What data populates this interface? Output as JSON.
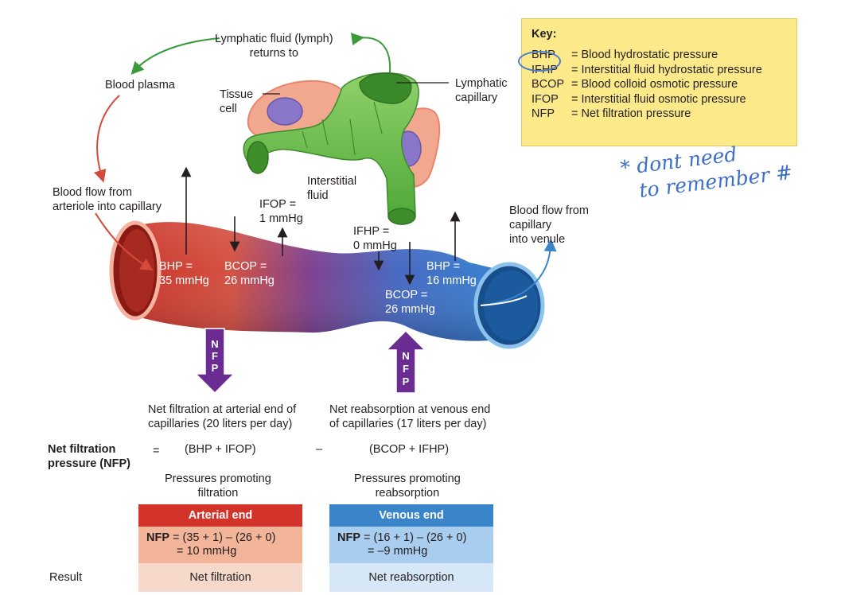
{
  "labels": {
    "lymph_return": [
      "Lymphatic fluid (lymph)",
      "returns to"
    ],
    "blood_plasma": "Blood plasma",
    "tissue_cell": [
      "Tissue",
      "cell"
    ],
    "lymphatic_capillary": [
      "Lymphatic",
      "capillary"
    ],
    "interstitial_fluid": [
      "Interstitial",
      "fluid"
    ],
    "blood_flow_in": [
      "Blood flow from",
      "arteriole into capillary"
    ],
    "blood_flow_out": [
      "Blood flow from",
      "capillary",
      "into venule"
    ],
    "ifop": [
      "IFOP =",
      "1 mmHg"
    ],
    "ifhp": [
      "IFHP =",
      "0 mmHg"
    ],
    "bhp_arterial": [
      "BHP =",
      "35 mmHg"
    ],
    "bcop_arterial": [
      "BCOP =",
      "26 mmHg"
    ],
    "bhp_venous": [
      "BHP =",
      "16 mmHg"
    ],
    "bcop_venous": [
      "BCOP =",
      "26 mmHg"
    ],
    "nfp_letters": [
      "N",
      "F",
      "P"
    ],
    "net_filtration": [
      "Net filtration at arterial end of",
      "capillaries (20 liters per day)"
    ],
    "net_reabsorption": [
      "Net reabsorption at venous end",
      "of capillaries (17 liters per day)"
    ]
  },
  "key": {
    "title": "Key:",
    "items": [
      {
        "abbr": "BHP",
        "desc": "= Blood hydrostatic pressure"
      },
      {
        "abbr": "IFHP",
        "desc": "= Interstitial fluid hydrostatic pressure"
      },
      {
        "abbr": "BCOP",
        "desc": "= Blood colloid osmotic pressure"
      },
      {
        "abbr": "IFOP",
        "desc": "= Interstitial fluid osmotic pressure"
      },
      {
        "abbr": "NFP",
        "desc": "= Net filtration pressure"
      }
    ]
  },
  "handwritten_note": [
    "* dont need",
    "to remember #"
  ],
  "equation": {
    "lhs": [
      "Net filtration",
      "pressure (NFP)"
    ],
    "equals": "=",
    "term1": "(BHP + IFOP)",
    "minus": "–",
    "term2": "(BCOP + IFHP)",
    "caption1": [
      "Pressures promoting",
      "filtration"
    ],
    "caption2": [
      "Pressures promoting",
      "reabsorption"
    ]
  },
  "table": {
    "result_label": "Result",
    "arterial": {
      "header": "Arterial end",
      "nfp_label": "NFP",
      "line1": " = (35 + 1) – (26 + 0)",
      "line2": "= 10 mmHg",
      "result": "Net filtration"
    },
    "venous": {
      "header": "Venous end",
      "nfp_label": "NFP",
      "line1": " = (16 + 1) – (26 + 0)",
      "line2": "= –9 mmHg",
      "result": "Net reabsorption"
    }
  },
  "colors": {
    "arterial": "#d2332b",
    "venous": "#3a84c9",
    "lymph": "#6abf4b",
    "nfp_arrow": "#6a2c91",
    "key_bg": "#fce98a",
    "note": "#3d6fc7"
  }
}
